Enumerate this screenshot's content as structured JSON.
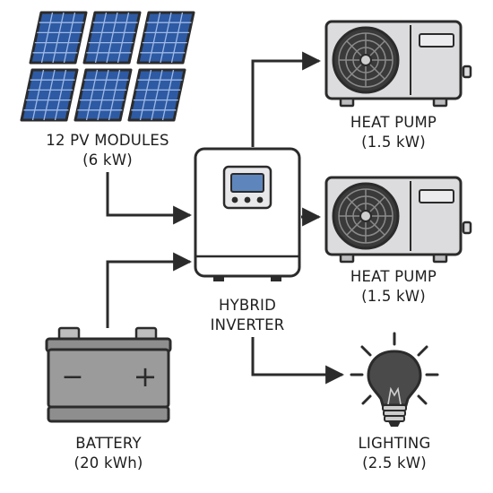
{
  "diagram": {
    "pv": {
      "line1": "12 PV MODULES",
      "line2": "(6 kW)"
    },
    "inverter": {
      "line1": "HYBRID",
      "line2": "INVERTER"
    },
    "heat_pump_top": {
      "line1": "HEAT PUMP",
      "line2": "(1.5 kW)"
    },
    "heat_pump_bottom": {
      "line1": "HEAT PUMP",
      "line2": "(1.5 kW)"
    },
    "battery": {
      "line1": "BATTERY",
      "line2": "(20 kWh)",
      "minus": "−",
      "plus": "+"
    },
    "lighting": {
      "line1": "LIGHTING",
      "line2": "(2.5 kW)"
    }
  },
  "colors": {
    "outline": "#2b2b2b",
    "panel_blue": "#2d5aa3",
    "panel_grid": "#9fb9e6",
    "unit_gray": "#dcdcde",
    "battery_gray": "#9b9b9b",
    "inverter_screen": "#5e86bd",
    "bulb": "#4a4a4a"
  }
}
